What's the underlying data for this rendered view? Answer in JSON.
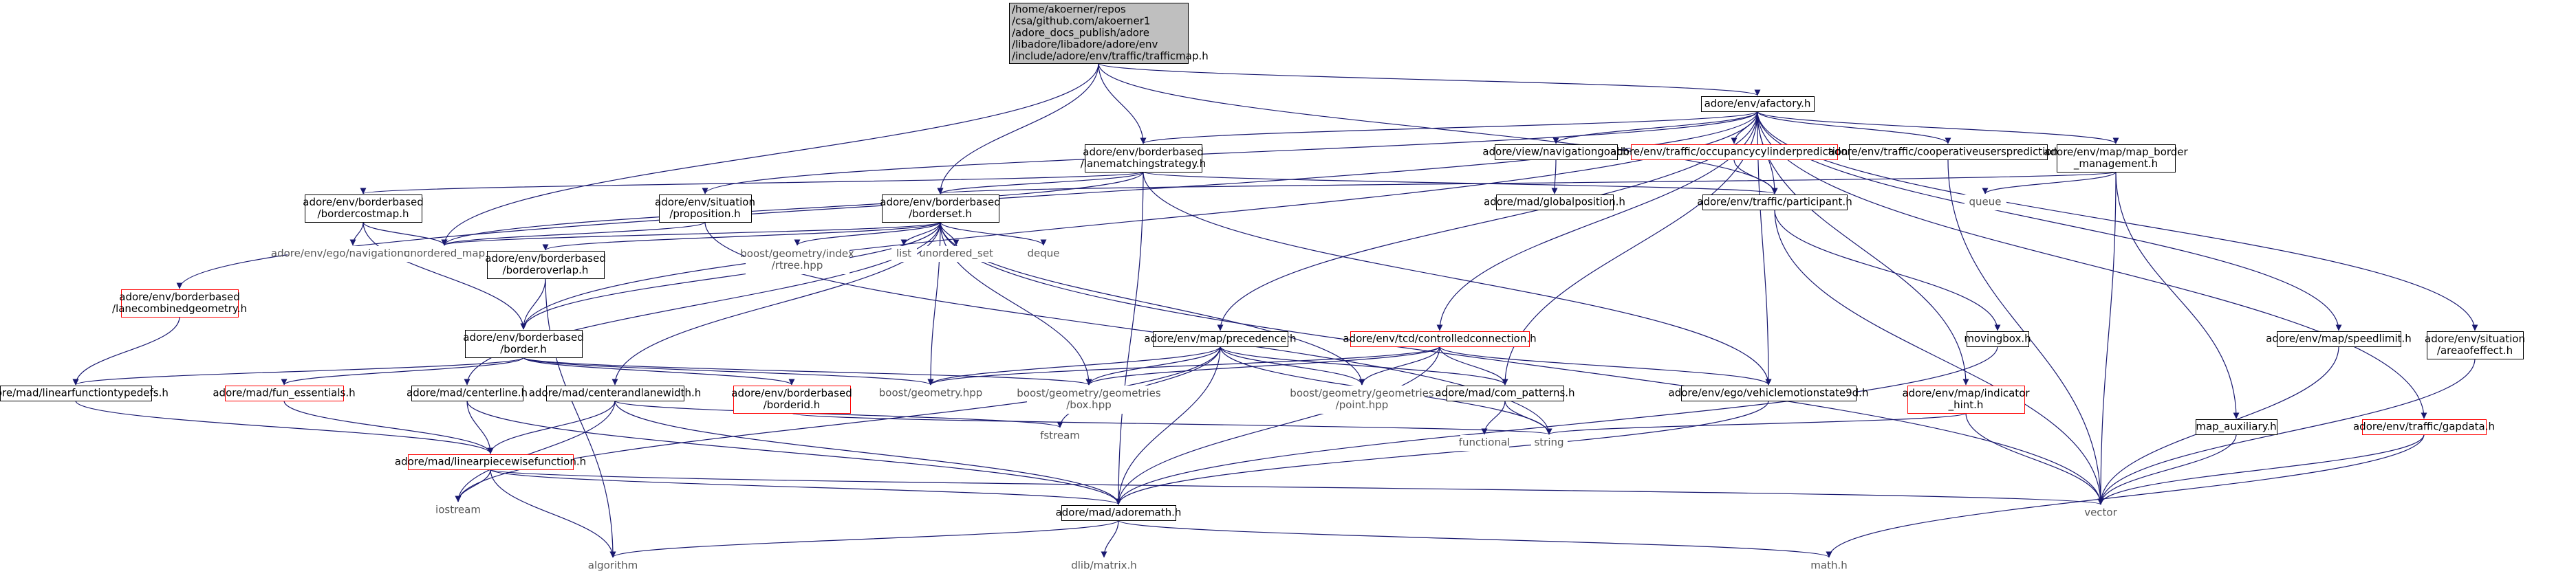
{
  "colors": {
    "root_fill": "#bfbfbf",
    "normal_border": "#000000",
    "incomplete_border": "#ff0000",
    "external_text": "#555555",
    "edge": "#191970"
  },
  "nodes": {
    "trafficmap": {
      "lines": [
        "/home/akoerner/repos",
        "/csa/github.com/akoerner1",
        "/adore_docs_publish/adore",
        "/libadore/libadore/adore/env",
        "/include/adore/env/traffic/trafficmap.h"
      ]
    },
    "afactory": {
      "lines": [
        "adore/env/afactory.h"
      ]
    },
    "lanematchingstrategy": {
      "lines": [
        "adore/env/borderbased",
        "/lanematchingstrategy.h"
      ]
    },
    "navigationgoal": {
      "lines": [
        "adore/view/navigationgoal.h"
      ]
    },
    "occupancycylinderprediction": {
      "lines": [
        "adore/env/traffic/occupancycylinderprediction.h"
      ]
    },
    "cooperativeusersprediction": {
      "lines": [
        "adore/env/traffic/cooperativeusersprediction.h"
      ]
    },
    "map_border_management": {
      "lines": [
        "adore/env/map/map_border",
        "_management.h"
      ]
    },
    "bordercostmap": {
      "lines": [
        "adore/env/borderbased",
        "/bordercostmap.h"
      ]
    },
    "proposition": {
      "lines": [
        "adore/env/situation",
        "/proposition.h"
      ]
    },
    "borderset": {
      "lines": [
        "adore/env/borderbased",
        "/borderset.h"
      ]
    },
    "globalposition": {
      "lines": [
        "adore/mad/globalposition.h"
      ]
    },
    "participant": {
      "lines": [
        "adore/env/traffic/participant.h"
      ]
    },
    "queue": {
      "lines": [
        "queue"
      ]
    },
    "navigationcost": {
      "lines": [
        "adore/env/ego/navigationcost.h"
      ]
    },
    "unordered_map": {
      "lines": [
        "unordered_map"
      ]
    },
    "borderoverlap": {
      "lines": [
        "adore/env/borderbased",
        "/borderoverlap.h"
      ]
    },
    "rtree": {
      "lines": [
        "boost/geometry/index",
        "/rtree.hpp"
      ]
    },
    "list": {
      "lines": [
        "list"
      ]
    },
    "unordered_set": {
      "lines": [
        "unordered_set"
      ]
    },
    "deque": {
      "lines": [
        "deque"
      ]
    },
    "lanecombinedgeometry": {
      "lines": [
        "adore/env/borderbased",
        "/lanecombinedgeometry.h"
      ]
    },
    "border": {
      "lines": [
        "adore/env/borderbased",
        "/border.h"
      ]
    },
    "precedence": {
      "lines": [
        "adore/env/map/precedence.h"
      ]
    },
    "controlledconnection": {
      "lines": [
        "adore/env/tcd/controlledconnection.h"
      ]
    },
    "movingbox": {
      "lines": [
        "movingbox.h"
      ]
    },
    "speedlimit": {
      "lines": [
        "adore/env/map/speedlimit.h"
      ]
    },
    "areaofeffect": {
      "lines": [
        "adore/env/situation",
        "/areaofeffect.h"
      ]
    },
    "linearfunctiontypedefs": {
      "lines": [
        "adore/mad/linearfunctiontypedefs.h"
      ]
    },
    "fun_essentials": {
      "lines": [
        "adore/mad/fun_essentials.h"
      ]
    },
    "centerline": {
      "lines": [
        "adore/mad/centerline.h"
      ]
    },
    "centerandlanewidth": {
      "lines": [
        "adore/mad/centerandlanewidth.h"
      ]
    },
    "borderid": {
      "lines": [
        "adore/env/borderbased",
        "/borderid.h"
      ]
    },
    "geometry_hpp": {
      "lines": [
        "boost/geometry.hpp"
      ]
    },
    "box_hpp": {
      "lines": [
        "boost/geometry/geometries",
        "/box.hpp"
      ]
    },
    "point_hpp": {
      "lines": [
        "boost/geometry/geometries",
        "/point.hpp"
      ]
    },
    "com_patterns": {
      "lines": [
        "adore/mad/com_patterns.h"
      ]
    },
    "vehiclemotionstate9d": {
      "lines": [
        "adore/env/ego/vehiclemotionstate9d.h"
      ]
    },
    "indicator_hint": {
      "lines": [
        "adore/env/map/indicator",
        "_hint.h"
      ]
    },
    "map_auxiliary": {
      "lines": [
        "map_auxiliary.h"
      ]
    },
    "gapdata": {
      "lines": [
        "adore/env/traffic/gapdata.h"
      ]
    },
    "fstream": {
      "lines": [
        "fstream"
      ]
    },
    "functional": {
      "lines": [
        "functional"
      ]
    },
    "string": {
      "lines": [
        "string"
      ]
    },
    "linearpiecewisefunction": {
      "lines": [
        "adore/mad/linearpiecewisefunction.h"
      ]
    },
    "iostream": {
      "lines": [
        "iostream"
      ]
    },
    "adoremath": {
      "lines": [
        "adore/mad/adoremath.h"
      ]
    },
    "vector": {
      "lines": [
        "vector"
      ]
    },
    "algorithm": {
      "lines": [
        "algorithm"
      ]
    },
    "dlib_matrix": {
      "lines": [
        "dlib/matrix.h"
      ]
    },
    "math_h": {
      "lines": [
        "math.h"
      ]
    }
  }
}
